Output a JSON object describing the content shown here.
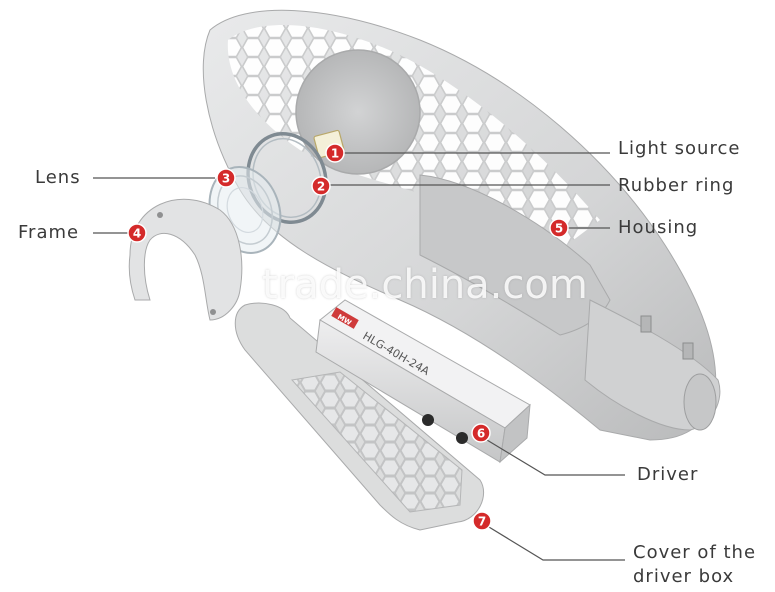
{
  "callouts": [
    {
      "number": "1",
      "label": "Light source"
    },
    {
      "number": "2",
      "label": "Rubber ring"
    },
    {
      "number": "3",
      "label": "Lens"
    },
    {
      "number": "4",
      "label": "Frame"
    },
    {
      "number": "5",
      "label": "Housing"
    },
    {
      "number": "6",
      "label": "Driver"
    },
    {
      "number": "7",
      "label_line1": "Cover of the",
      "label_line2": "driver box"
    }
  ],
  "driver_print": {
    "brand": "MW",
    "model": "HLG-40H-24A"
  },
  "watermark": "trade.china.com",
  "colors": {
    "badge": "#d42a2a",
    "leader": "#555555",
    "housing": "#d9dadb",
    "housing_dark": "#b8b9ba"
  }
}
